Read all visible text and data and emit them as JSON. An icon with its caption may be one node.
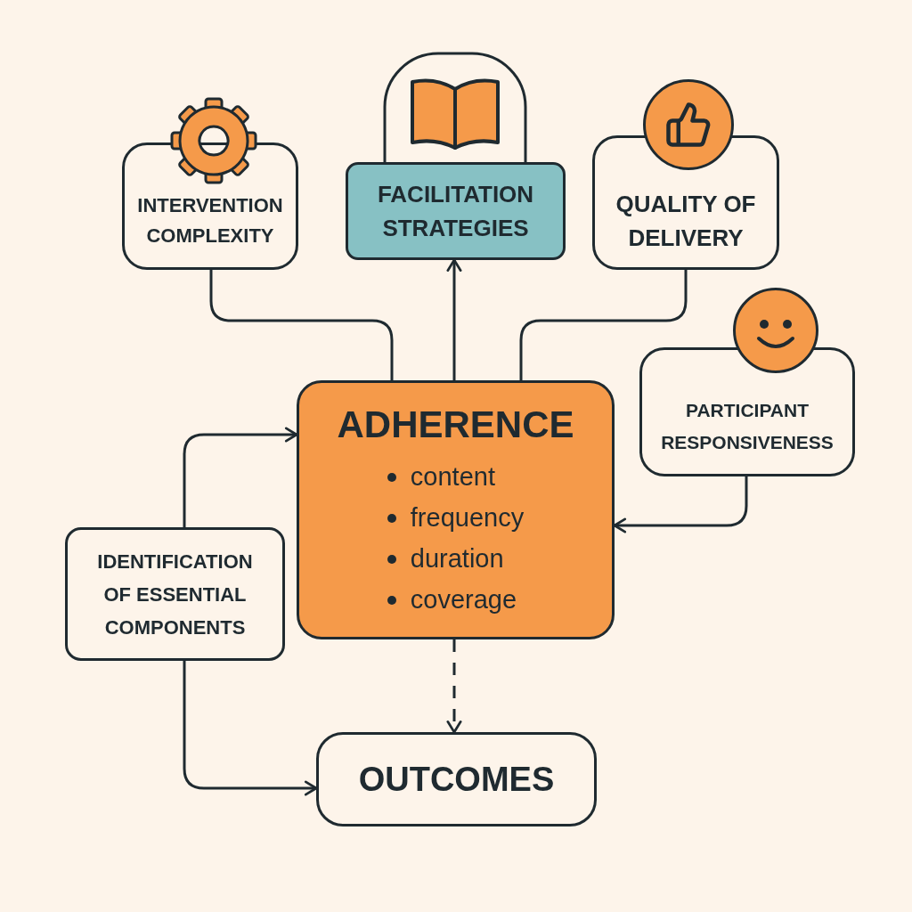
{
  "diagram": {
    "nodes": [
      {
        "text": [
          "INTERVENTION COMPLEXITY"
        ]
      },
      {
        "text": [
          "FACILITATION STRATEGIES"
        ]
      },
      {
        "text": [
          "QUALITY OF DELIVERY"
        ]
      },
      {
        "text": [
          "PARTICIPANT RESPONSIVENESS"
        ]
      },
      {
        "text": [
          "ADHERENCE",
          "content",
          "frequency",
          "duration",
          "coverage"
        ]
      },
      {
        "text": [
          "IDENTIFICATION OF ESSENTIAL COMPONENTS"
        ]
      },
      {
        "text": [
          "OUTCOMES"
        ]
      }
    ],
    "edges": [
      {
        "from": 0,
        "to": 4,
        "arrow": "none"
      },
      {
        "from": 4,
        "to": 1,
        "arrow": "to"
      },
      {
        "from": 2,
        "to": 4,
        "arrow": "none"
      },
      {
        "from": 3,
        "to": 4,
        "arrow": "to"
      },
      {
        "from": 5,
        "to": 4,
        "arrow": "to"
      },
      {
        "from": 5,
        "to": 6,
        "arrow": "to"
      },
      {
        "from": 4,
        "to": 6,
        "arrow": "to",
        "style": "dashed"
      }
    ]
  }
}
